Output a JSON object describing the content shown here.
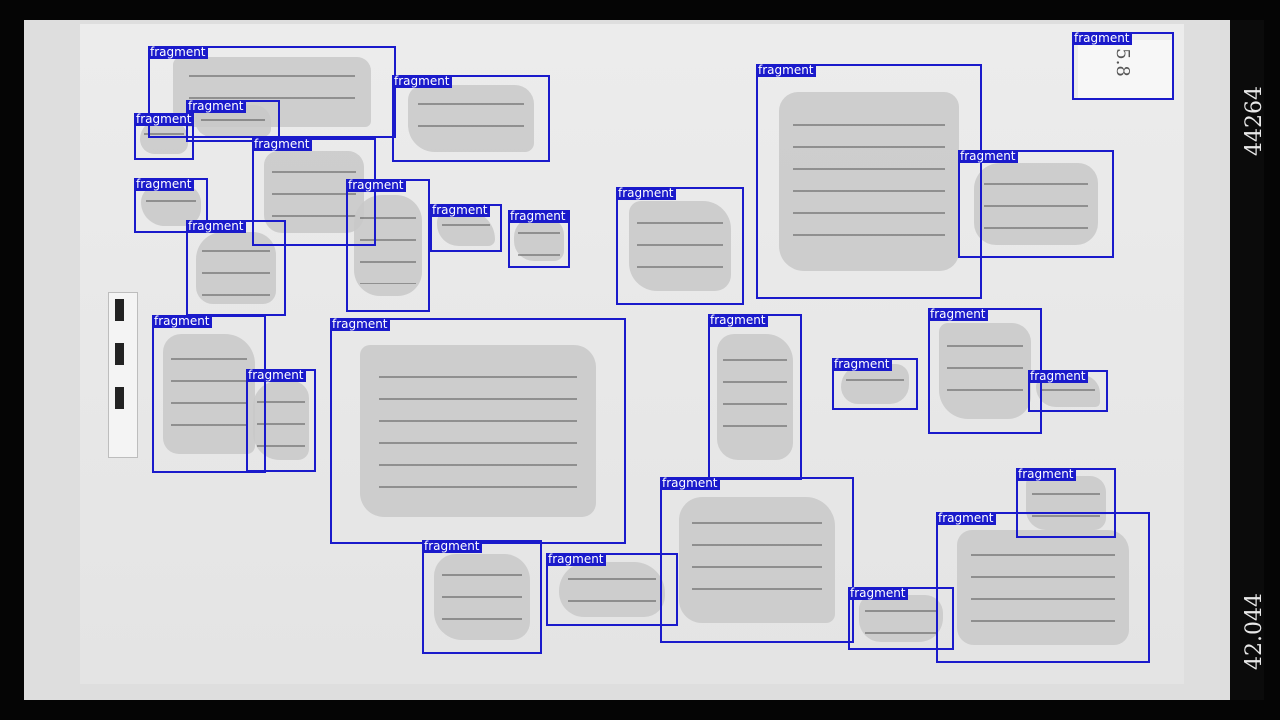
{
  "edge_labels": {
    "top": "44264",
    "bottom": "42.044"
  },
  "tag_note": "5.8",
  "box_label": "fragment",
  "colors": {
    "box": "#1a1acb",
    "background": "#000000",
    "plate": "#e4e4e4"
  },
  "fragments": [
    {
      "id": "f01",
      "label": "fragment"
    },
    {
      "id": "f02",
      "label": "fragment"
    },
    {
      "id": "f03",
      "label": "fragment"
    },
    {
      "id": "f04",
      "label": "fragment"
    },
    {
      "id": "f05",
      "label": "fragment"
    },
    {
      "id": "f06",
      "label": "fragment"
    },
    {
      "id": "f07",
      "label": "fragment"
    },
    {
      "id": "f08",
      "label": "fragment"
    },
    {
      "id": "f09",
      "label": "fragment"
    },
    {
      "id": "f10",
      "label": "fragment"
    },
    {
      "id": "f11",
      "label": "fragment"
    },
    {
      "id": "f12",
      "label": "fragment"
    },
    {
      "id": "f13",
      "label": "fragment"
    },
    {
      "id": "f14",
      "label": "fragment"
    },
    {
      "id": "f15",
      "label": "fragment"
    },
    {
      "id": "f16",
      "label": "fragment"
    },
    {
      "id": "f17",
      "label": "fragment"
    },
    {
      "id": "f18",
      "label": "fragment"
    },
    {
      "id": "f19",
      "label": "fragment"
    },
    {
      "id": "f20",
      "label": "fragment"
    },
    {
      "id": "f21",
      "label": "fragment"
    },
    {
      "id": "f22",
      "label": "fragment"
    },
    {
      "id": "f23",
      "label": "fragment"
    },
    {
      "id": "f24",
      "label": "fragment"
    },
    {
      "id": "f25",
      "label": "fragment"
    },
    {
      "id": "f26",
      "label": "fragment"
    },
    {
      "id": "f27",
      "label": "fragment"
    }
  ]
}
